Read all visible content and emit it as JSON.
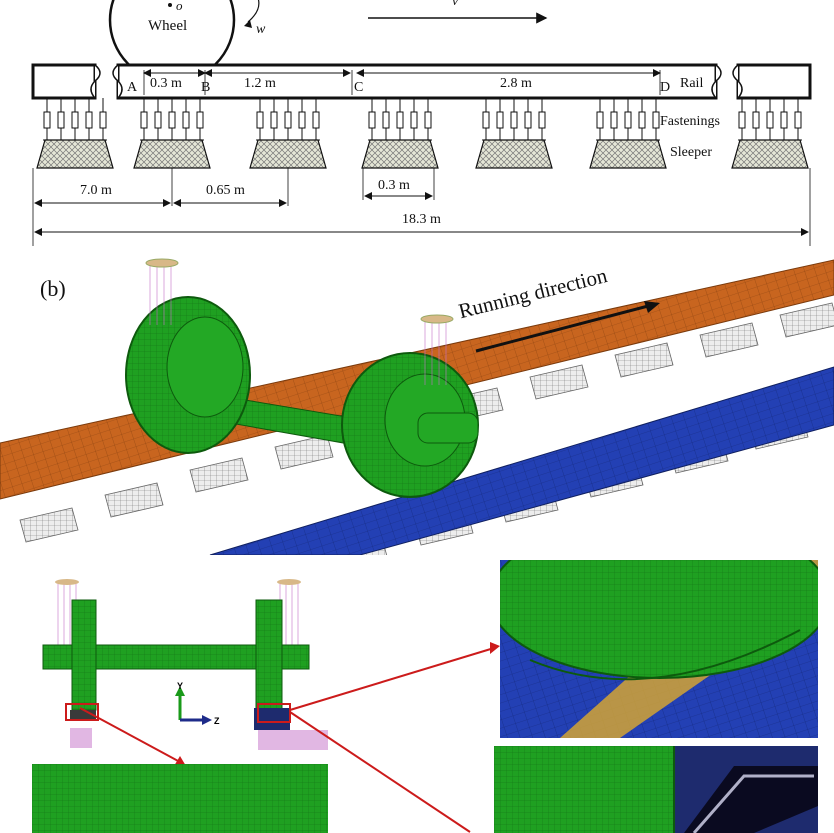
{
  "schematic": {
    "wheel_label": "Wheel",
    "omega_label": "w",
    "center_label": "o",
    "velocity_label": "v",
    "points": {
      "A": "A",
      "B": "B",
      "C": "C",
      "D": "D"
    },
    "spans": {
      "ab": "0.3 m",
      "bc": "1.2 m",
      "cd": "2.8 m"
    },
    "rail_label": "Rail",
    "fastenings_label": "Fastenings",
    "sleeper_label": "Sleeper",
    "dims": {
      "left": "7.0 m",
      "spacing": "0.65 m",
      "sleeper_width": "0.3 m",
      "total": "18.3 m"
    }
  },
  "model3d": {
    "panel_label": "(b)",
    "direction_label": "Running direction"
  },
  "detail": {
    "axis_y": "Y",
    "axis_z": "Z"
  },
  "colors": {
    "wheel_green": "#1f9a1f",
    "rail_orange": "#c9661e",
    "rail_blue": "#2342b8",
    "sleeper_gray": "#d8d8d8",
    "pointer_red": "#cc1b1b",
    "sleeper_hatch": "#d9dcc8"
  }
}
